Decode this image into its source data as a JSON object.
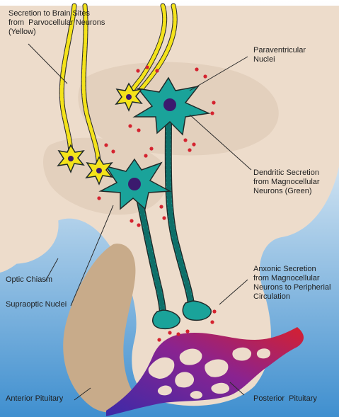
{
  "labels": {
    "parvocellular_secretion": "Secretion to Brain Sites\nfrom  Parvocellular Neurons\n(Yellow)",
    "paraventricular": "Paraventricular\nNuclei",
    "dendritic_secretion": "Dendritic Secretion\nfrom Magnocellular\nNeurons (Green)",
    "optic_chiasm": "Optic Chiasm",
    "supraoptic": "Supraoptic Nuclei",
    "anxonic_secretion": "Anxonic Secretion\nfrom Magnocellular\nNeurons to Peripherial\nCirculation",
    "anterior_pituitary": "Anterior Pituitary",
    "posterior_pituitary": "Posterior  Pituitary"
  },
  "colors": {
    "background_top": "#ffffff",
    "background_bottom": "#3f8fcf",
    "brain_tissue": "#eddccb",
    "nucleus_region": "#e3d0bd",
    "magnocellular_neuron": "#1aa39a",
    "parvocellular_neuron": "#f4e31a",
    "neuron_nucleus": "#3b1a6e",
    "secretion_granule": "#d4232f",
    "anterior_pituitary": "#c8ab8a",
    "vessel_gradient_start": "#3b2aa8",
    "vessel_gradient_end": "#d5202f"
  }
}
